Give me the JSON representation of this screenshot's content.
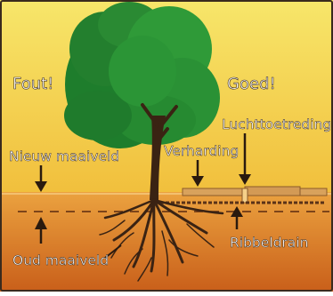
{
  "labels": {
    "wrong": "Fout!",
    "right": "Goed!",
    "new_ground_level": "Nieuw maaiveld",
    "paving": "Verharding",
    "air_inlet": "Luchttoetreding",
    "old_ground_level": "Oud maaiveld",
    "rib_drain": "Ribbeldrain"
  },
  "colors": {
    "sky_top": "#f7e66a",
    "sky_bottom": "#f1bf3c",
    "soil_top": "#eba23f",
    "soil_bottom": "#c95f1a",
    "foliage_dark": "#1e7d2c",
    "foliage_light": "#2f9a38",
    "trunk_roots": "#3a2313",
    "label_text": "#ffffff",
    "frame": "#3a2a1d"
  }
}
